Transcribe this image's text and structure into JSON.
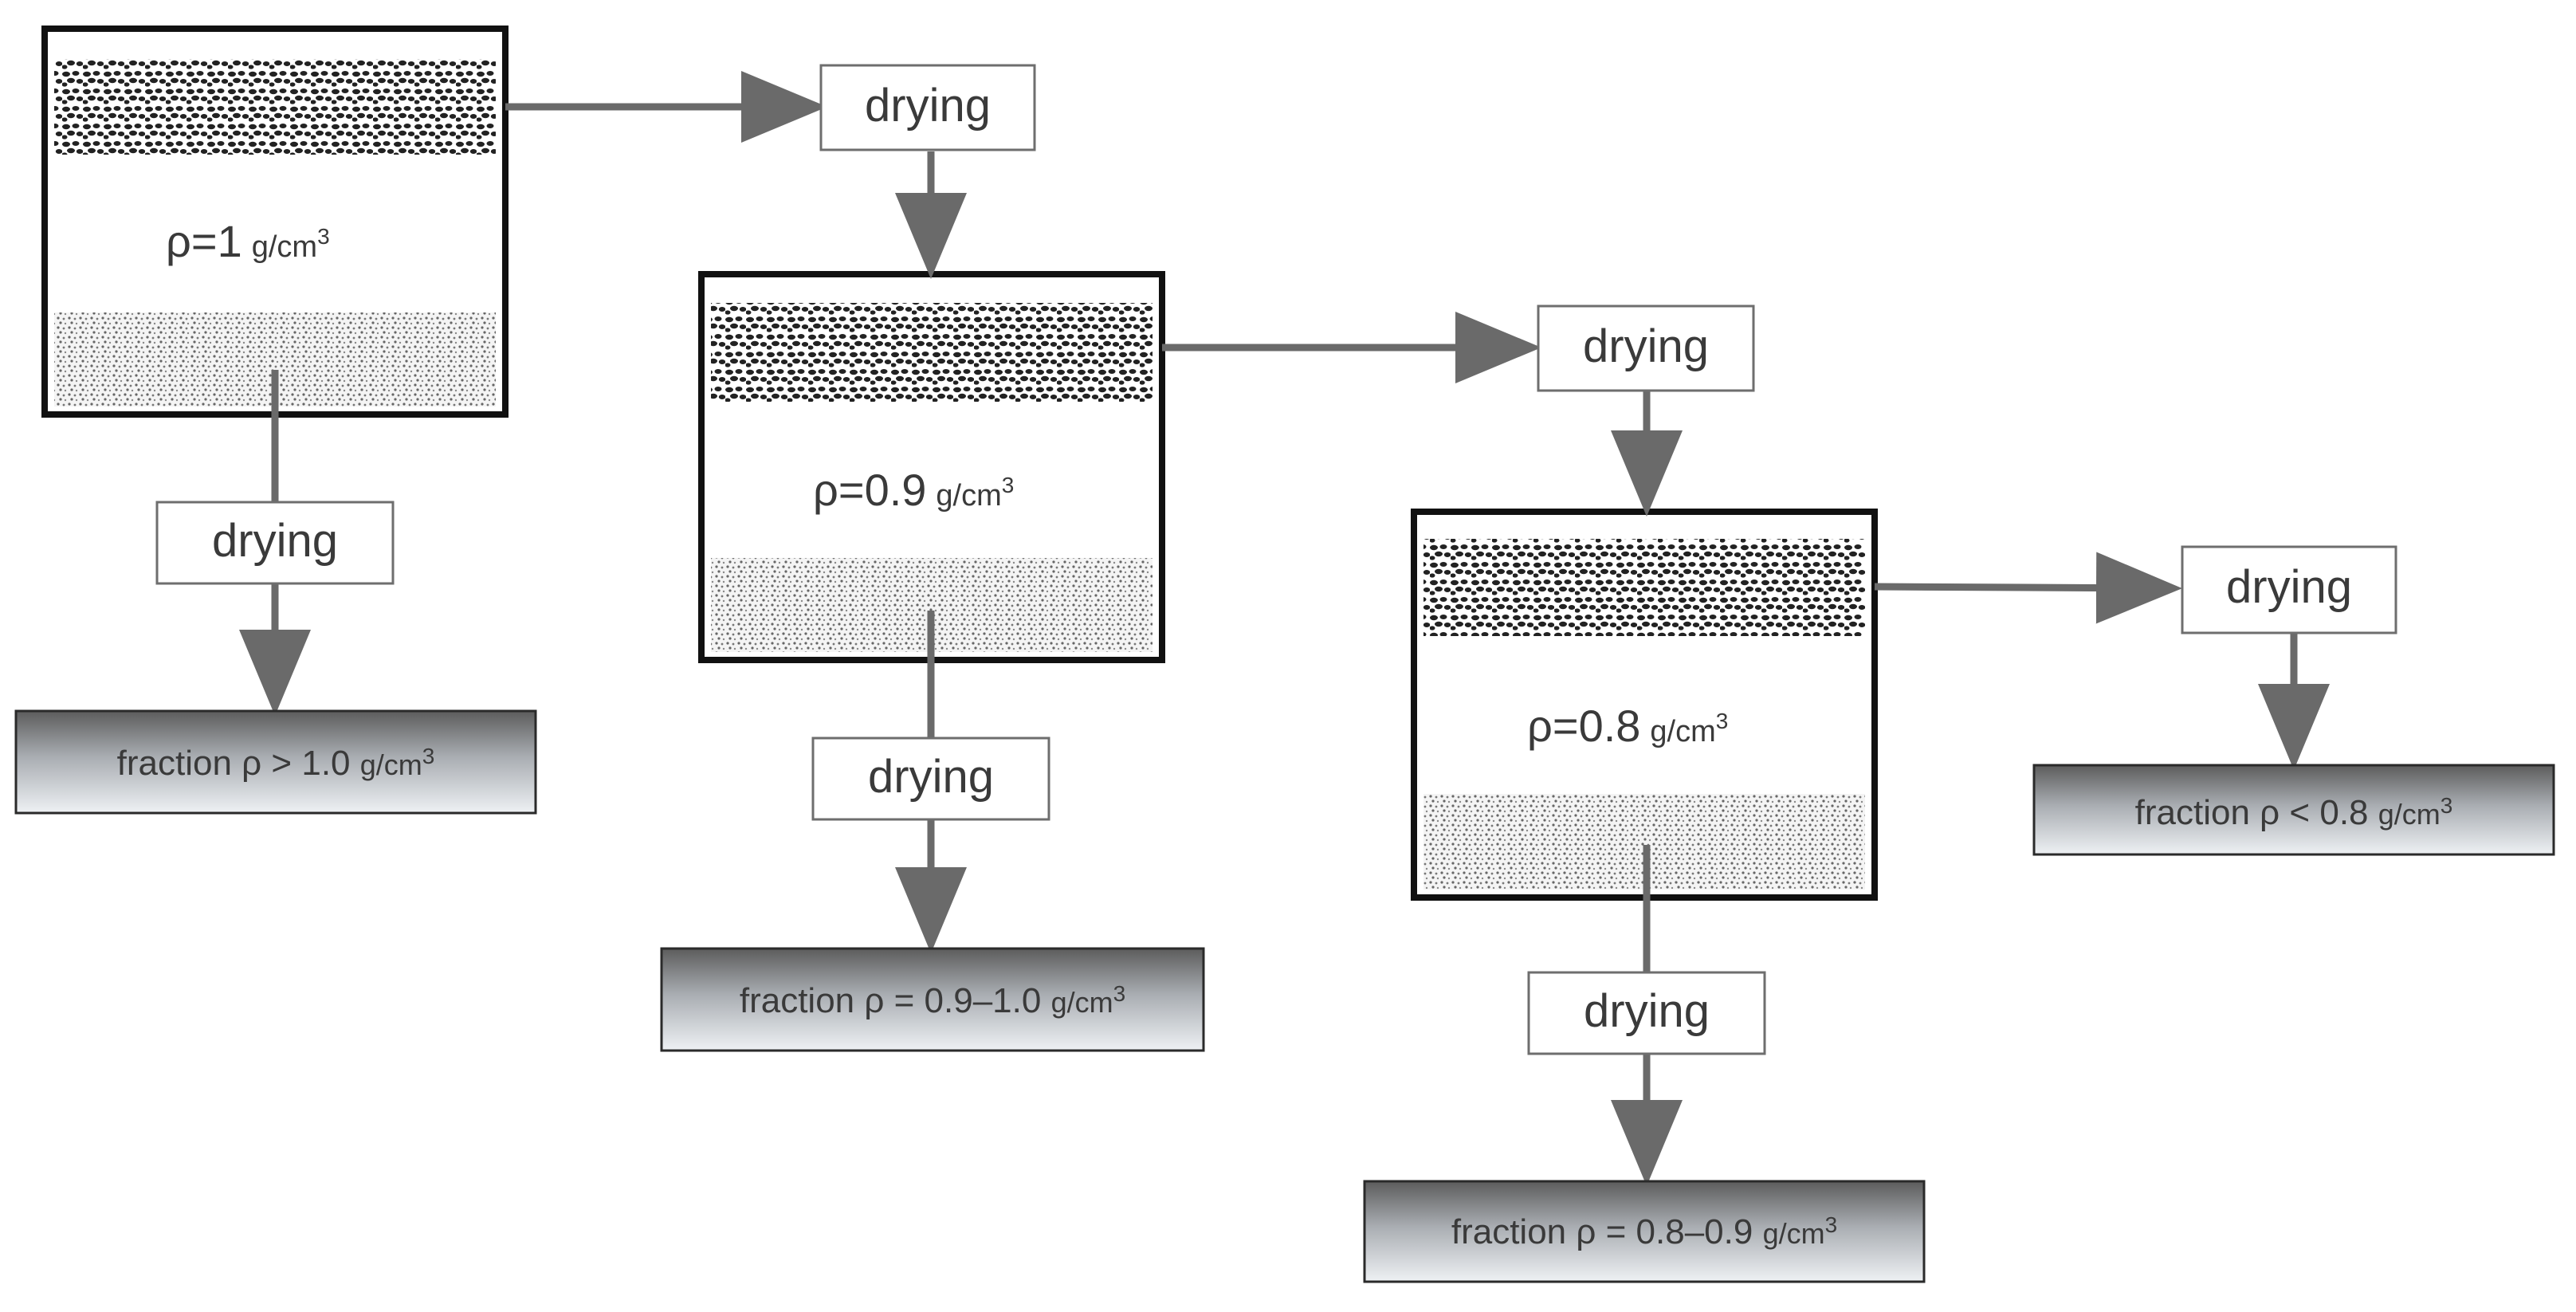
{
  "containers": [
    {
      "rho_prefix": "ρ=",
      "rho_value": "1",
      "rho_unit": "g/cm",
      "rho_sup": "3"
    },
    {
      "rho_prefix": "ρ=",
      "rho_value": "0.9",
      "rho_unit": "g/cm",
      "rho_sup": "3"
    },
    {
      "rho_prefix": "ρ=",
      "rho_value": "0.8",
      "rho_unit": "g/cm",
      "rho_sup": "3"
    }
  ],
  "drying_boxes": [
    {
      "label": "drying"
    },
    {
      "label": "drying"
    },
    {
      "label": "drying"
    },
    {
      "label": "drying"
    },
    {
      "label": "drying"
    },
    {
      "label": "drying"
    }
  ],
  "fractions": [
    {
      "prefix": "fraction ρ > 1.0 ",
      "unit": "g/cm",
      "sup": "3"
    },
    {
      "prefix": "fraction ρ = 0.9–1.0 ",
      "unit": "g/cm",
      "sup": "3"
    },
    {
      "prefix": "fraction ρ = 0.8–0.9 ",
      "unit": "g/cm",
      "sup": "3"
    },
    {
      "prefix": "fraction ρ < 0.8 ",
      "unit": "g/cm",
      "sup": "3"
    }
  ],
  "colors": {
    "arrow": "#6a6a6a",
    "frame": "#111111",
    "fraction_gradient_top": "#5c5c5c",
    "fraction_gradient_bottom": "#eef1f4"
  }
}
